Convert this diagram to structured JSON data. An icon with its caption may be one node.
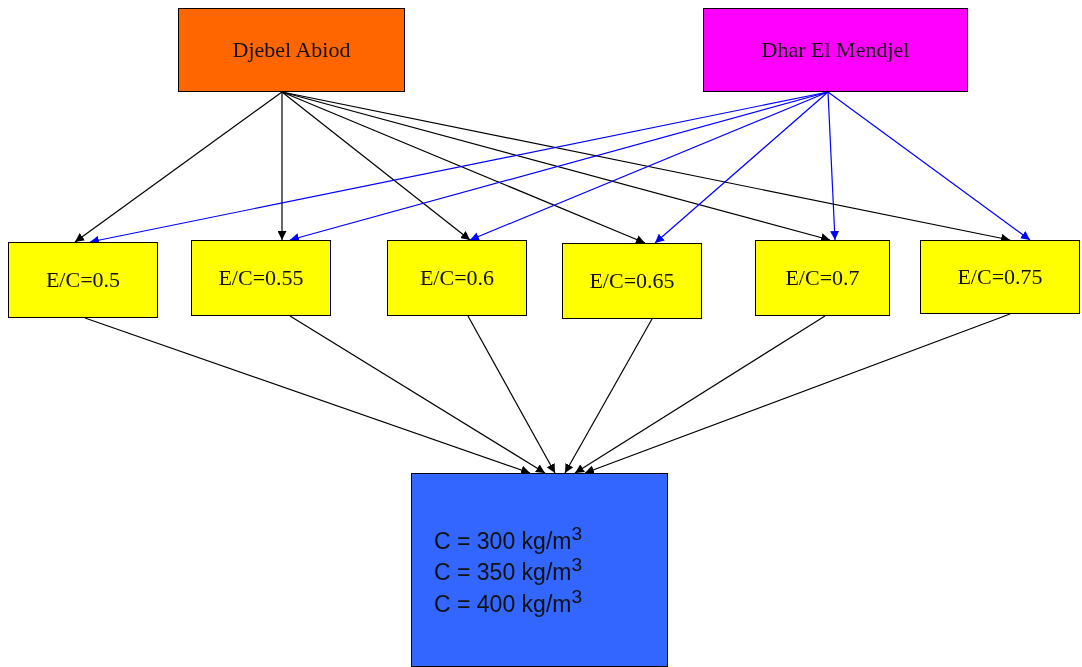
{
  "diagram": {
    "nodes": [
      {
        "text": [
          "Djebel Abiod"
        ]
      },
      {
        "text": [
          "Dhar El Mendjel"
        ]
      },
      {
        "text": [
          "E/C=0.5"
        ]
      },
      {
        "text": [
          "E/C=0.55"
        ]
      },
      {
        "text": [
          "E/C=0.6"
        ]
      },
      {
        "text": [
          "E/C=0.65"
        ]
      },
      {
        "text": [
          "E/C=0.7"
        ]
      },
      {
        "text": [
          "E/C=0.75"
        ]
      },
      {
        "text": [
          "C = 300 kg/m$^{3}$",
          "C = 350 kg/m$^{3}$",
          "C = 400 kg/m$^{3}$"
        ]
      }
    ],
    "edges": [
      {
        "from": 0,
        "to": 2,
        "arrow": "to"
      },
      {
        "from": 0,
        "to": 3,
        "arrow": "to"
      },
      {
        "from": 0,
        "to": 4,
        "arrow": "to"
      },
      {
        "from": 0,
        "to": 5,
        "arrow": "to"
      },
      {
        "from": 0,
        "to": 6,
        "arrow": "to"
      },
      {
        "from": 0,
        "to": 7,
        "arrow": "to"
      },
      {
        "from": 1,
        "to": 2,
        "arrow": "to",
        "color": "#0000ff"
      },
      {
        "from": 1,
        "to": 3,
        "arrow": "to",
        "color": "#0000ff"
      },
      {
        "from": 1,
        "to": 4,
        "arrow": "to",
        "color": "#0000ff"
      },
      {
        "from": 1,
        "to": 5,
        "arrow": "to",
        "color": "#0000ff"
      },
      {
        "from": 1,
        "to": 6,
        "arrow": "to",
        "color": "#0000ff"
      },
      {
        "from": 1,
        "to": 7,
        "arrow": "to",
        "color": "#0000ff"
      },
      {
        "from": 2,
        "to": 8,
        "arrow": "to"
      },
      {
        "from": 3,
        "to": 8,
        "arrow": "to"
      },
      {
        "from": 4,
        "to": 8,
        "arrow": "to"
      },
      {
        "from": 5,
        "to": 8,
        "arrow": "to"
      },
      {
        "from": 6,
        "to": 8,
        "arrow": "to"
      },
      {
        "from": 7,
        "to": 8,
        "arrow": "to"
      }
    ]
  }
}
